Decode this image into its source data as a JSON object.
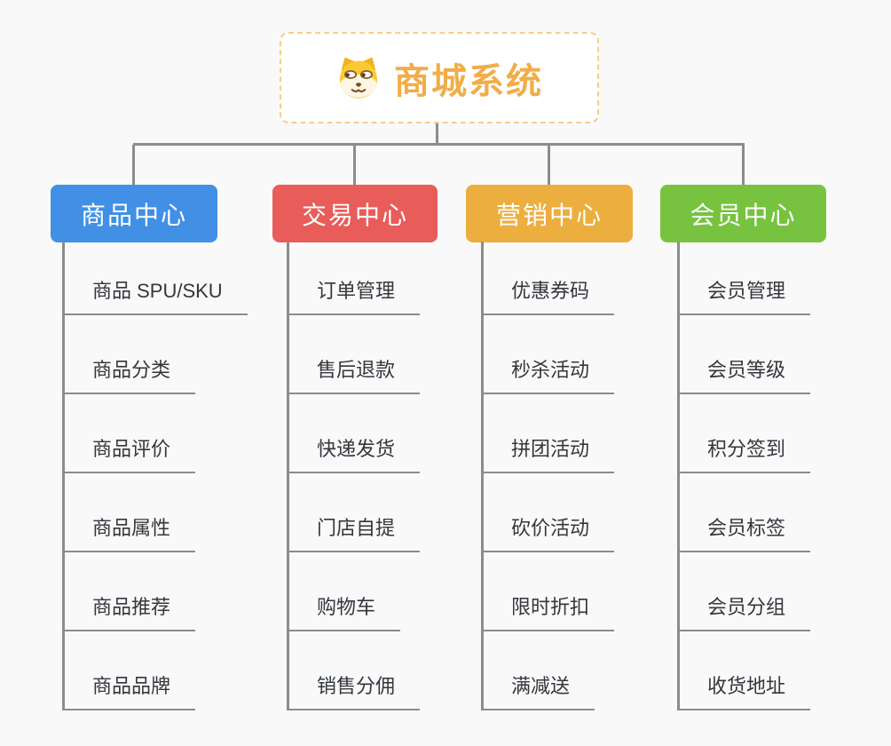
{
  "root": {
    "title": "商城系统",
    "icon": "dog-face-icon"
  },
  "branches": [
    {
      "label": "商品中心",
      "color": "#4190e6",
      "children": [
        "商品 SPU/SKU",
        "商品分类",
        "商品评价",
        "商品属性",
        "商品推荐",
        "商品品牌"
      ]
    },
    {
      "label": "交易中心",
      "color": "#e85c5a",
      "children": [
        "订单管理",
        "售后退款",
        "快递发货",
        "门店自提",
        "购物车",
        "销售分佣"
      ]
    },
    {
      "label": "营销中心",
      "color": "#ecae3e",
      "children": [
        "优惠券码",
        "秒杀活动",
        "拼团活动",
        "砍价活动",
        "限时折扣",
        "满减送"
      ]
    },
    {
      "label": "会员中心",
      "color": "#77c33f",
      "children": [
        "会员管理",
        "会员等级",
        "积分签到",
        "会员标签",
        "会员分组",
        "收货地址"
      ]
    }
  ],
  "colors": {
    "background": "#f9f9f9",
    "connector": "#8c8c8c",
    "root_text": "#f0ad49",
    "root_border": "#f7cd8c",
    "leaf_text": "#33373d"
  }
}
